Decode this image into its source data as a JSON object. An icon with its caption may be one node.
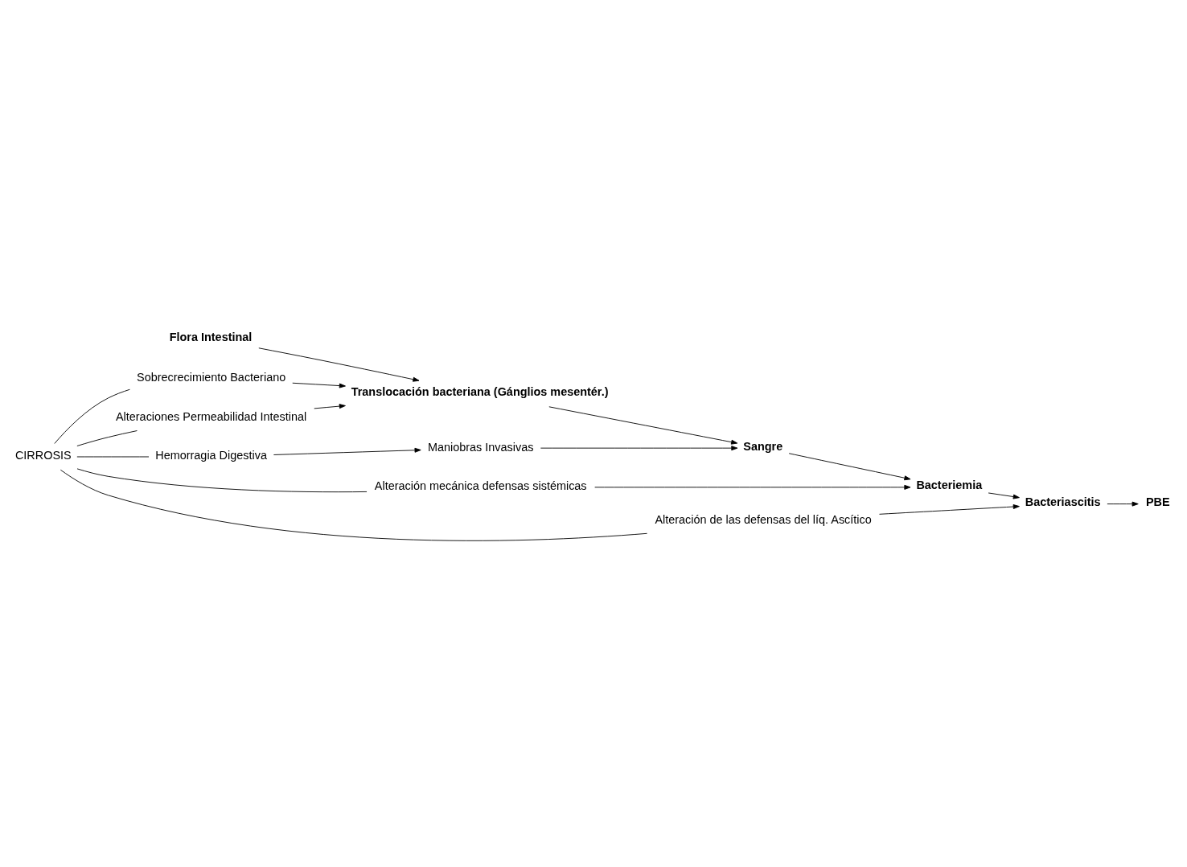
{
  "diagram": {
    "nodes": [
      {
        "text": [
          "Flora Intestinal"
        ]
      },
      {
        "text": [
          "CIRROSIS"
        ]
      },
      {
        "text": [
          "Sobrecrecimiento Bacteriano"
        ]
      },
      {
        "text": [
          "Alteraciones Permeabilidad Intestinal"
        ]
      },
      {
        "text": [
          "Hemorragia Digestiva"
        ]
      },
      {
        "text": [
          "Maniobras Invasivas"
        ]
      },
      {
        "text": [
          "Translocación bacteriana (Gánglios mesentér.)"
        ]
      },
      {
        "text": [
          "Alteración mecánica defensas sistémicas"
        ]
      },
      {
        "text": [
          "Sangre"
        ]
      },
      {
        "text": [
          "Bacteriemia"
        ]
      },
      {
        "text": [
          "Alteración de las defensas del líq. Ascítico"
        ]
      },
      {
        "text": [
          "Bacteriascitis"
        ]
      },
      {
        "text": [
          "PBE"
        ]
      }
    ],
    "edges": [
      {
        "from": 1,
        "to": 2,
        "arrow": "none"
      },
      {
        "from": 1,
        "to": 3,
        "arrow": "none"
      },
      {
        "from": 1,
        "to": 4,
        "arrow": "none"
      },
      {
        "from": 1,
        "to": 7,
        "arrow": "none"
      },
      {
        "from": 1,
        "to": 10,
        "arrow": "none"
      },
      {
        "from": 2,
        "to": 6,
        "arrow": "to"
      },
      {
        "from": 3,
        "to": 6,
        "arrow": "to"
      },
      {
        "from": 4,
        "to": 5,
        "arrow": "to"
      },
      {
        "from": 0,
        "to": 6,
        "arrow": "to"
      },
      {
        "from": 6,
        "to": 8,
        "arrow": "to"
      },
      {
        "from": 5,
        "to": 8,
        "arrow": "to"
      },
      {
        "from": 8,
        "to": 9,
        "arrow": "to"
      },
      {
        "from": 7,
        "to": 9,
        "arrow": "to"
      },
      {
        "from": 9,
        "to": 11,
        "arrow": "to"
      },
      {
        "from": 10,
        "to": 11,
        "arrow": "to"
      },
      {
        "from": 11,
        "to": 12,
        "arrow": "to"
      }
    ]
  }
}
